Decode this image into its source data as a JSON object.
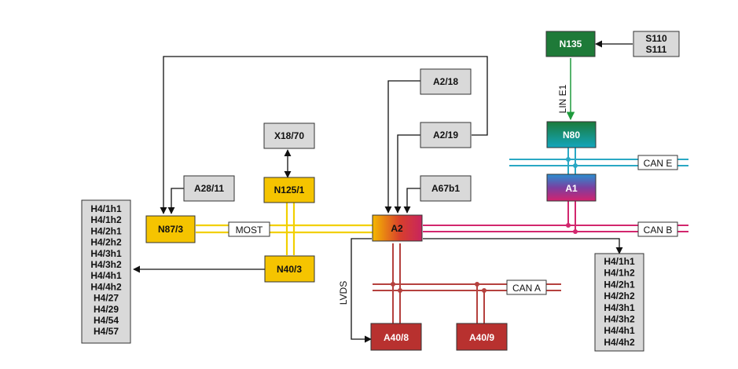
{
  "nodes": {
    "n135": "N135",
    "s110": "S110",
    "s111": "S111",
    "n80": "N80",
    "a1": "A1",
    "a2_18": "A2/18",
    "a2_19": "A2/19",
    "x18_70": "X18/70",
    "n125_1": "N125/1",
    "a28_11": "A28/11",
    "a67b1": "A67b1",
    "n87_3": "N87/3",
    "a2": "A2",
    "n40_3": "N40/3",
    "a40_8": "A40/8",
    "a40_9": "A40/9"
  },
  "bus_labels": {
    "lin_e1": "LIN E1",
    "can_e": "CAN E",
    "can_b": "CAN B",
    "can_a": "CAN A",
    "most": "MOST",
    "lvds": "LVDS"
  },
  "left_list": [
    "H4/1h1",
    "H4/1h2",
    "H4/2h1",
    "H4/2h2",
    "H4/3h1",
    "H4/3h2",
    "H4/4h1",
    "H4/4h2",
    "H4/27",
    "H4/29",
    "H4/54",
    "H4/57"
  ],
  "right_list": [
    "H4/1h1",
    "H4/1h2",
    "H4/2h1",
    "H4/2h2",
    "H4/3h1",
    "H4/3h2",
    "H4/4h1",
    "H4/4h2"
  ],
  "colors": {
    "can_e": "#2aa8c4",
    "can_b": "#d2276e",
    "can_a": "#b5413e",
    "most": "#f2d000",
    "lin": "#1e9a3c",
    "grey_box": "#d9d9d9",
    "yellow_box": "#f5c400",
    "red_box": "#b8312f",
    "green_box": "#1e7a38"
  }
}
